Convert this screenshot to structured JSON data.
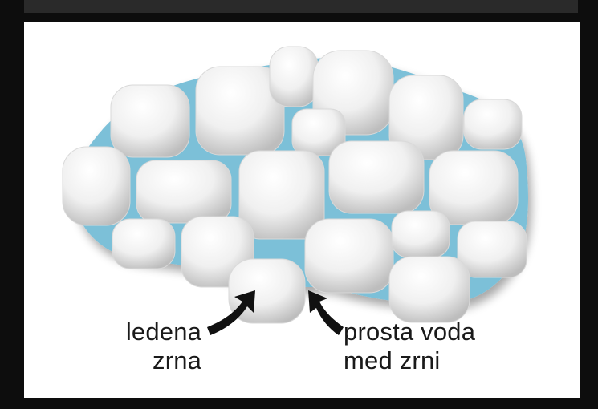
{
  "labels": {
    "ice_grains_line1": "ledena",
    "ice_grains_line2": "zrna",
    "water_line1": "prosta voda",
    "water_line2": "med zrni"
  },
  "colors": {
    "background": "#0d0d0d",
    "panel": "#ffffff",
    "water": "#7cc0d8",
    "grain_fill": "#f2f2f2",
    "grain_shade": "#c9c9c9",
    "arrow": "#111111",
    "text": "#1a1a1a"
  },
  "icons": {
    "ice_arrow": "curved-arrow-icon",
    "water_arrow": "curved-arrow-icon"
  }
}
